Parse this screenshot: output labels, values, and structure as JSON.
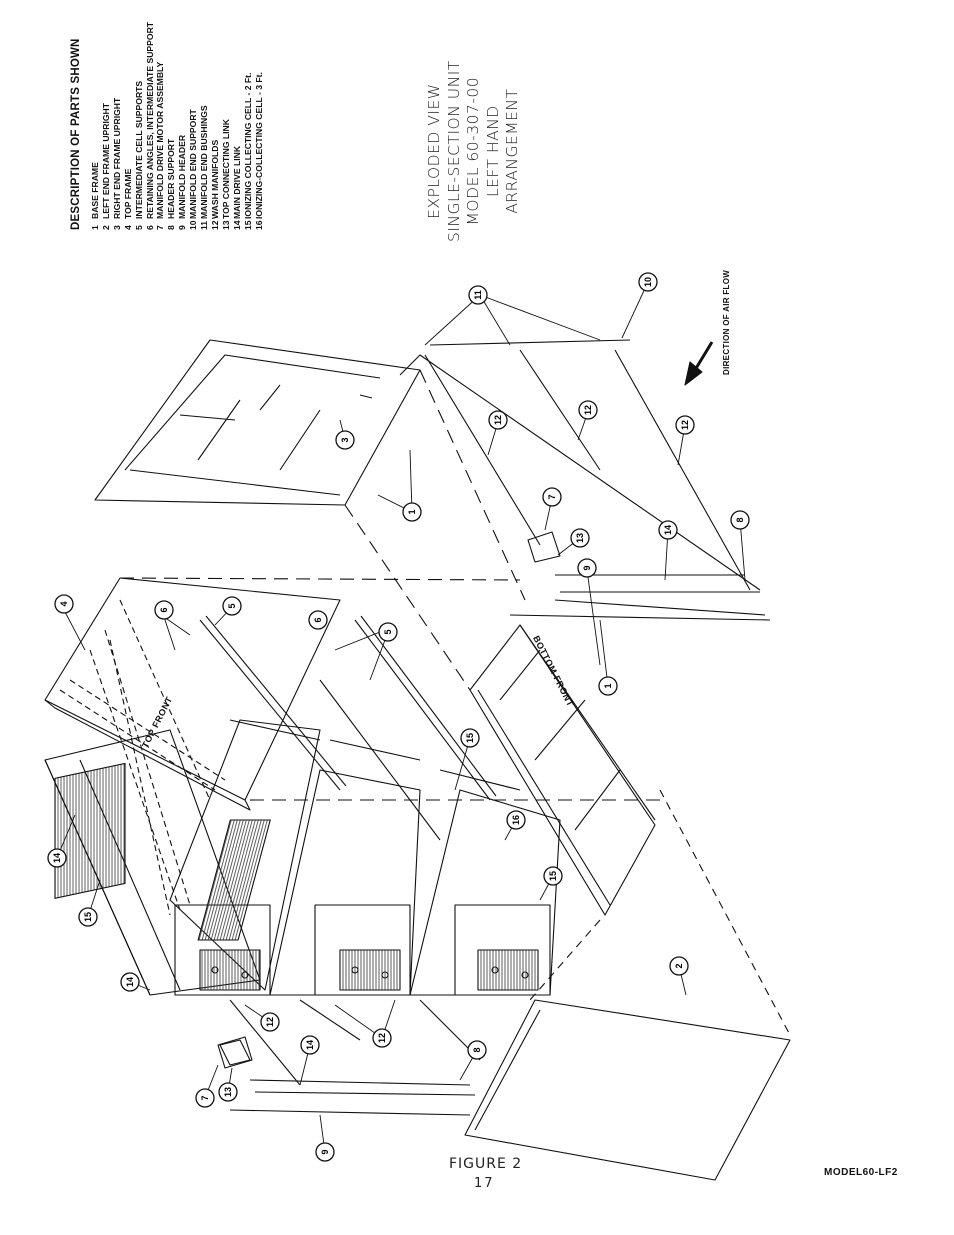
{
  "legend": {
    "title": "DESCRIPTION OF PARTS SHOWN",
    "items": [
      {
        "num": "1",
        "label": "BASE FRAME"
      },
      {
        "num": "2",
        "label": "LEFT END FRAME UPRIGHT"
      },
      {
        "num": "3",
        "label": "RIGHT END FRAME UPRIGHT"
      },
      {
        "num": "4",
        "label": "TOP FRAME"
      },
      {
        "num": "5",
        "label": "INTERMEDIATE CELL SUPPORTS"
      },
      {
        "num": "6",
        "label": "RETAINING ANGLES, INTERMEDIATE SUPPORT"
      },
      {
        "num": "7",
        "label": "MANIFOLD DRIVE MOTOR ASSEMBLY"
      },
      {
        "num": "8",
        "label": "HEADER SUPPORT"
      },
      {
        "num": "9",
        "label": "MANIFOLD HEADER"
      },
      {
        "num": "10",
        "label": "MANIFOLD END SUPPORT"
      },
      {
        "num": "11",
        "label": "MANIFOLD END BUSHINGS"
      },
      {
        "num": "12",
        "label": "WASH MANIFOLDS"
      },
      {
        "num": "13",
        "label": "TOP CONNECTING LINK"
      },
      {
        "num": "14",
        "label": "MAIN DRIVE LINK"
      },
      {
        "num": "15",
        "label": "IONIZING COLLECTING CELL - 2 Ft."
      },
      {
        "num": "16",
        "label": "IONIZING-COLLECTING CELL - 3 Ft."
      }
    ]
  },
  "title_block": {
    "lines": [
      "EXPLODED VIEW",
      "SINGLE-SECTION UNIT",
      "MODEL 60-307-00",
      "LEFT HAND",
      "ARRANGEMENT"
    ]
  },
  "airflow_label": "DIRECTION OF AIR FLOW",
  "top_front_label": "TOP FRONT",
  "bottom_front_label": "BOTTOM FRONT",
  "figure_caption": "FIGURE 2",
  "page_number": "17",
  "model_code": "MODEL60-LF2",
  "callouts": [
    {
      "id": "c4",
      "text": "4"
    },
    {
      "id": "c6a",
      "text": "6"
    },
    {
      "id": "c6b",
      "text": "6"
    },
    {
      "id": "c5a",
      "text": "5"
    },
    {
      "id": "c5b",
      "text": "5"
    },
    {
      "id": "c3",
      "text": "3"
    },
    {
      "id": "c1a",
      "text": "1"
    },
    {
      "id": "c1b",
      "text": "1"
    },
    {
      "id": "c11",
      "text": "11"
    },
    {
      "id": "c10",
      "text": "10"
    },
    {
      "id": "c12a",
      "text": "12"
    },
    {
      "id": "c12b",
      "text": "12"
    },
    {
      "id": "c12c",
      "text": "12"
    },
    {
      "id": "c12d",
      "text": "12"
    },
    {
      "id": "c12e",
      "text": "12"
    },
    {
      "id": "c7a",
      "text": "7"
    },
    {
      "id": "c7b",
      "text": "7"
    },
    {
      "id": "c13a",
      "text": "13"
    },
    {
      "id": "c13b",
      "text": "13"
    },
    {
      "id": "c14a",
      "text": "14"
    },
    {
      "id": "c14b",
      "text": "14"
    },
    {
      "id": "c14c",
      "text": "14"
    },
    {
      "id": "c14d",
      "text": "14"
    },
    {
      "id": "c8a",
      "text": "8"
    },
    {
      "id": "c8b",
      "text": "8"
    },
    {
      "id": "c9a",
      "text": "9"
    },
    {
      "id": "c9b",
      "text": "9"
    },
    {
      "id": "c15a",
      "text": "15"
    },
    {
      "id": "c15b",
      "text": "15"
    },
    {
      "id": "c15c",
      "text": "15"
    },
    {
      "id": "c16",
      "text": "16"
    },
    {
      "id": "c2",
      "text": "2"
    }
  ]
}
